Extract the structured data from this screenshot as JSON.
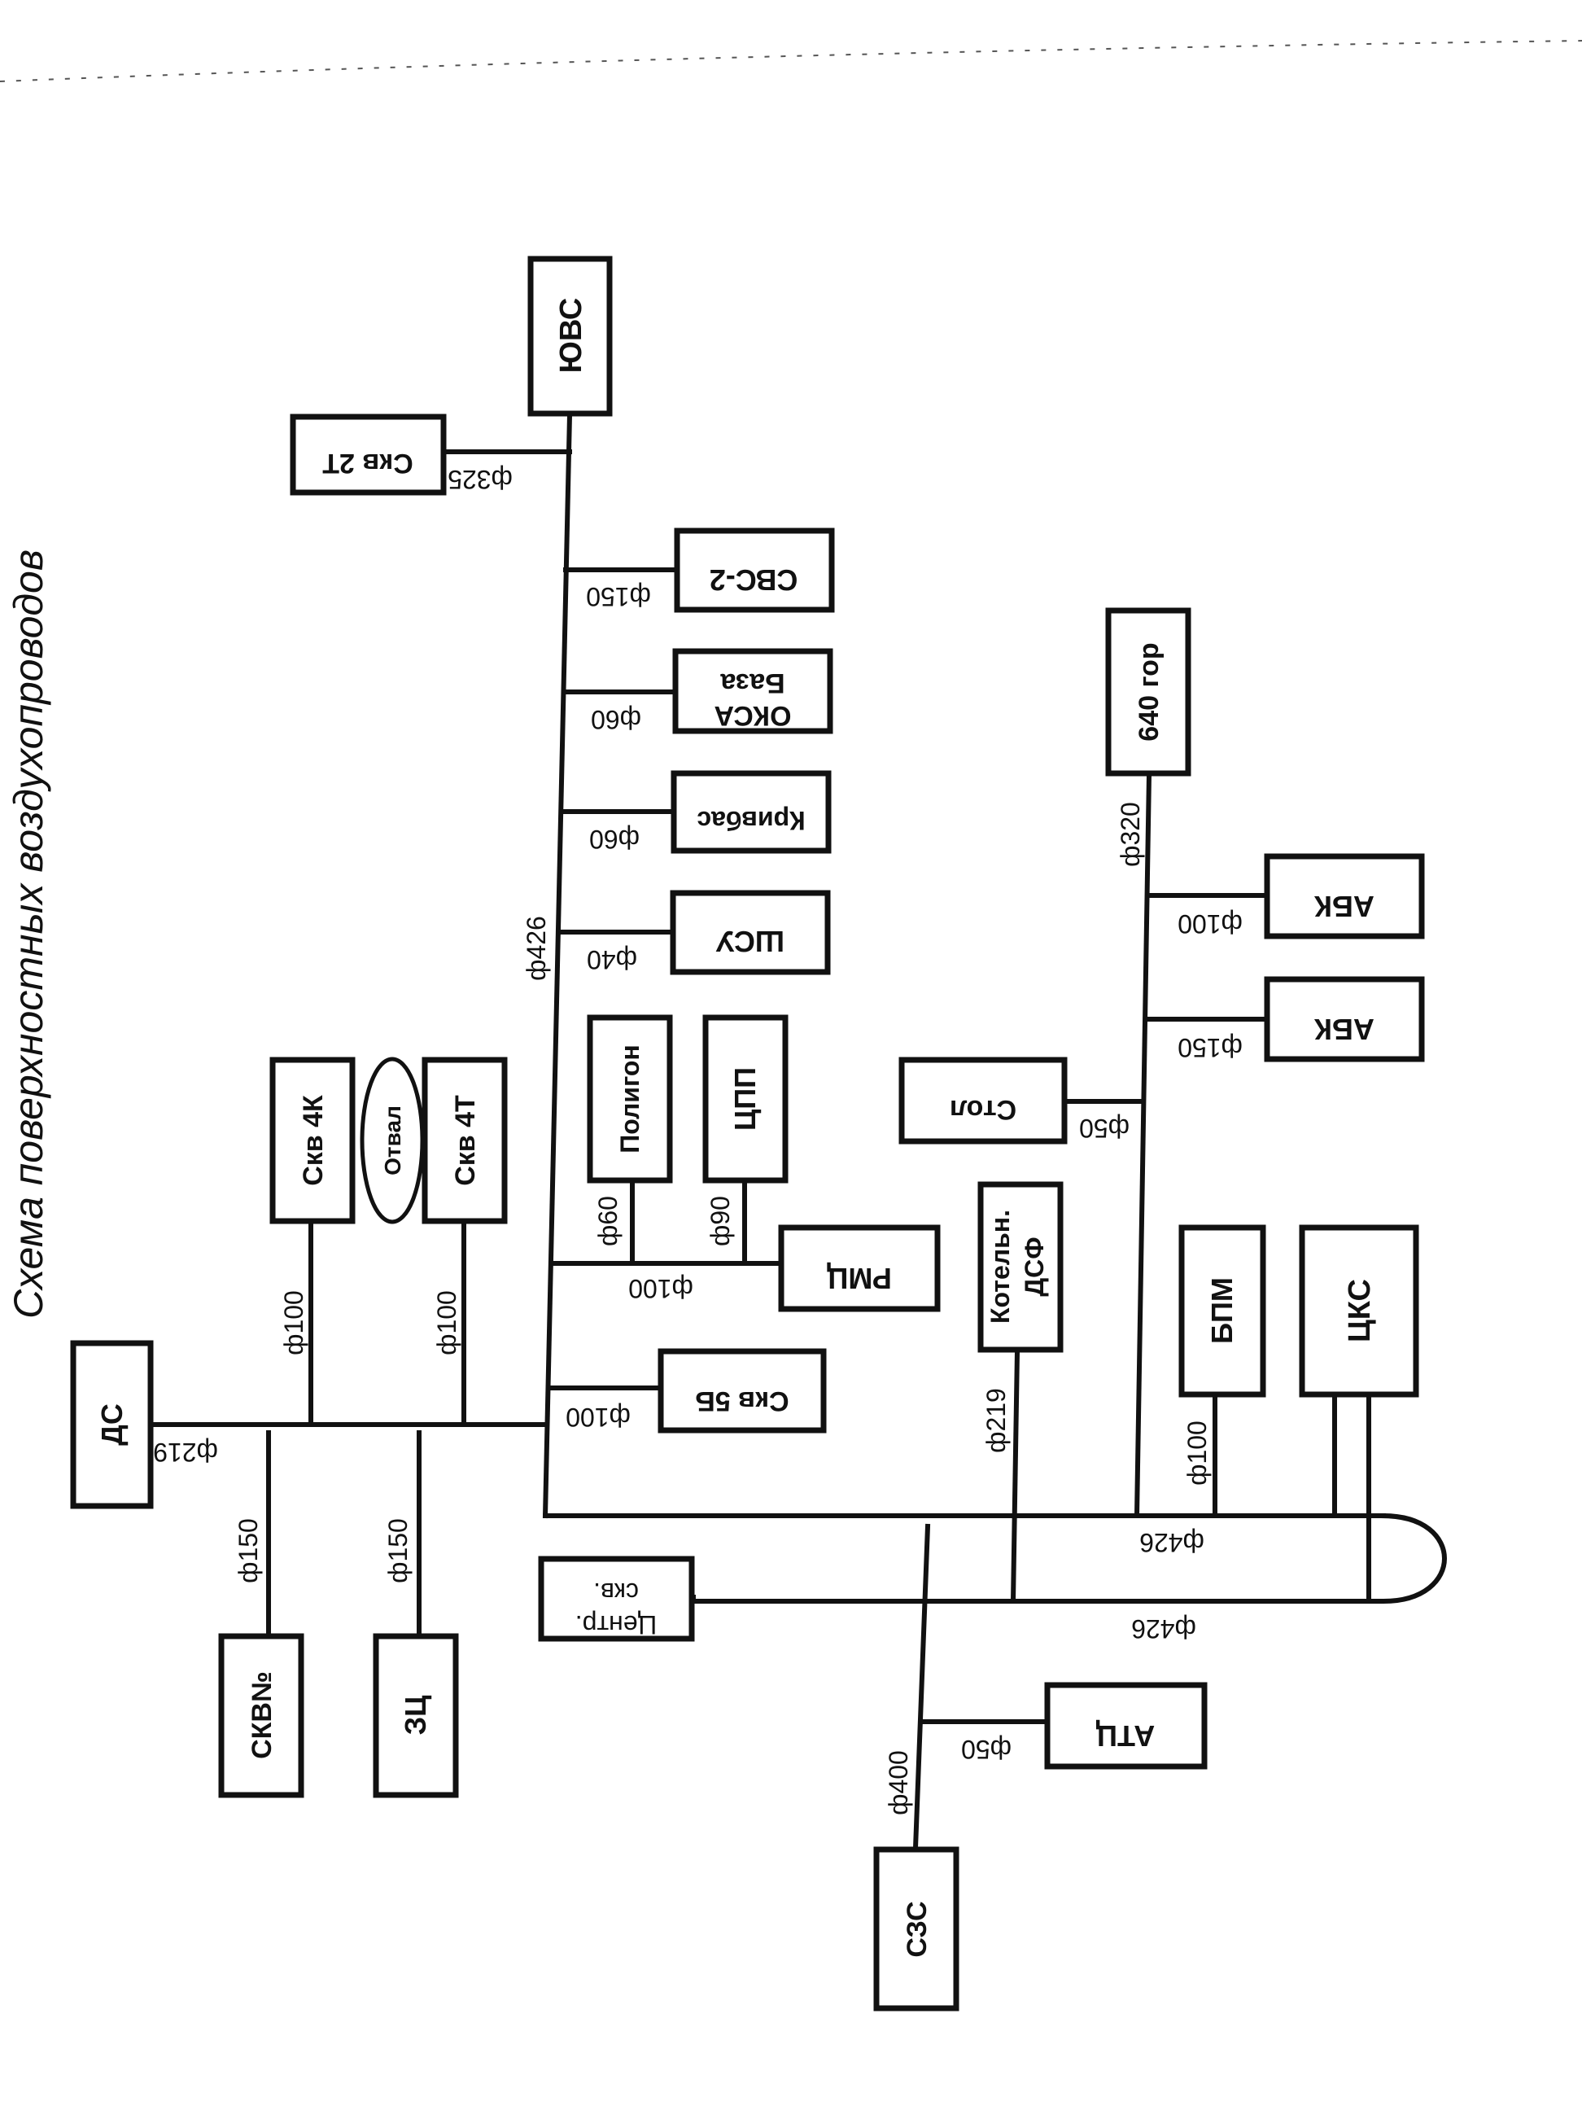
{
  "title": "Схема поверхностных воздухопроводов",
  "nodes": {
    "yuvs": "ЮВС",
    "skv2t": "Скв 2Т",
    "svs2": "СВС-2",
    "baza_line1": "База",
    "baza_line2": "ОКСА",
    "krivbas": "Кривбас",
    "shsu": "ШСУ",
    "gor640": "640 гор",
    "abk1": "АБК",
    "abk2": "АБК",
    "stol": "Стол",
    "poligon": "Полигон",
    "cpp": "ЦПП",
    "rmc": "РМЦ",
    "skv4k": "Скв 4К",
    "otval": "Отвал",
    "skv4t": "Скв 4Т",
    "ds": "ДС",
    "skv5b": "Скв 5Б",
    "kotel_line1": "Котельн.",
    "kotel_line2": "ДСФ",
    "bpm": "БПМ",
    "cks": "ЦКС",
    "centr_line1": "Центр.",
    "centr_line2": "скв.",
    "skvn": "СКВ№",
    "zc": "ЗЦ",
    "atc": "АТЦ",
    "szs": "СЗС"
  },
  "diameters": {
    "skv2t": "ф325",
    "svs2": "ф150",
    "baza": "ф60",
    "krivbas": "ф60",
    "shsu": "ф40",
    "main": "ф426",
    "gor640": "ф320",
    "abk1": "ф100",
    "abk2": "ф150",
    "stol": "ф50",
    "poligon": "ф60",
    "cpp": "ф90",
    "rmc": "ф100",
    "skv5b": "ф100",
    "skv4k": "ф100",
    "skv4t": "ф100",
    "ds": "ф219",
    "skvn": "ф150",
    "zc": "ф150",
    "kotel": "ф219",
    "bpm": "ф100",
    "loop_top": "ф426",
    "loop_bottom": "ф426",
    "szs": "ф400",
    "atc": "ф50"
  }
}
